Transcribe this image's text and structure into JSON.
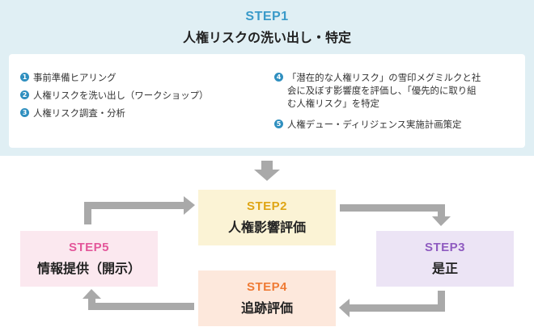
{
  "step1": {
    "label": "STEP1",
    "title": "人権リスクの洗い出し・特定",
    "items": [
      {
        "num": "1",
        "text": "事前準備ヒアリング"
      },
      {
        "num": "2",
        "text": "人権リスクを洗い出し（ワークショップ）"
      },
      {
        "num": "3",
        "text": "人権リスク調査・分析"
      },
      {
        "num": "4",
        "text": "「潜在的な人権リスク」の雪印メグミルクと社\n会に及ぼす影響度を評価し、「優先的に取り組\nむ人権リスク」を特定"
      },
      {
        "num": "5",
        "text": "人権デュー・ディリジェンス実施計画策定"
      }
    ]
  },
  "steps": {
    "step2": {
      "label": "STEP2",
      "title": "人権影響評価"
    },
    "step3": {
      "label": "STEP3",
      "title": "是正"
    },
    "step4": {
      "label": "STEP4",
      "title": "追跡評価"
    },
    "step5": {
      "label": "STEP5",
      "title": "情報提供（開示）"
    }
  },
  "colors": {
    "step1_bg": "#e0eff4",
    "step1_accent": "#3a9ac9",
    "step2_bg": "#fbf3d5",
    "step2_accent": "#dfa515",
    "step3_bg": "#ece4f5",
    "step3_accent": "#8f5bc0",
    "step4_bg": "#fde8dc",
    "step4_accent": "#ef7b35",
    "step5_bg": "#fbe8ef",
    "step5_accent": "#e3569a",
    "arrow": "#a9a9a9"
  }
}
